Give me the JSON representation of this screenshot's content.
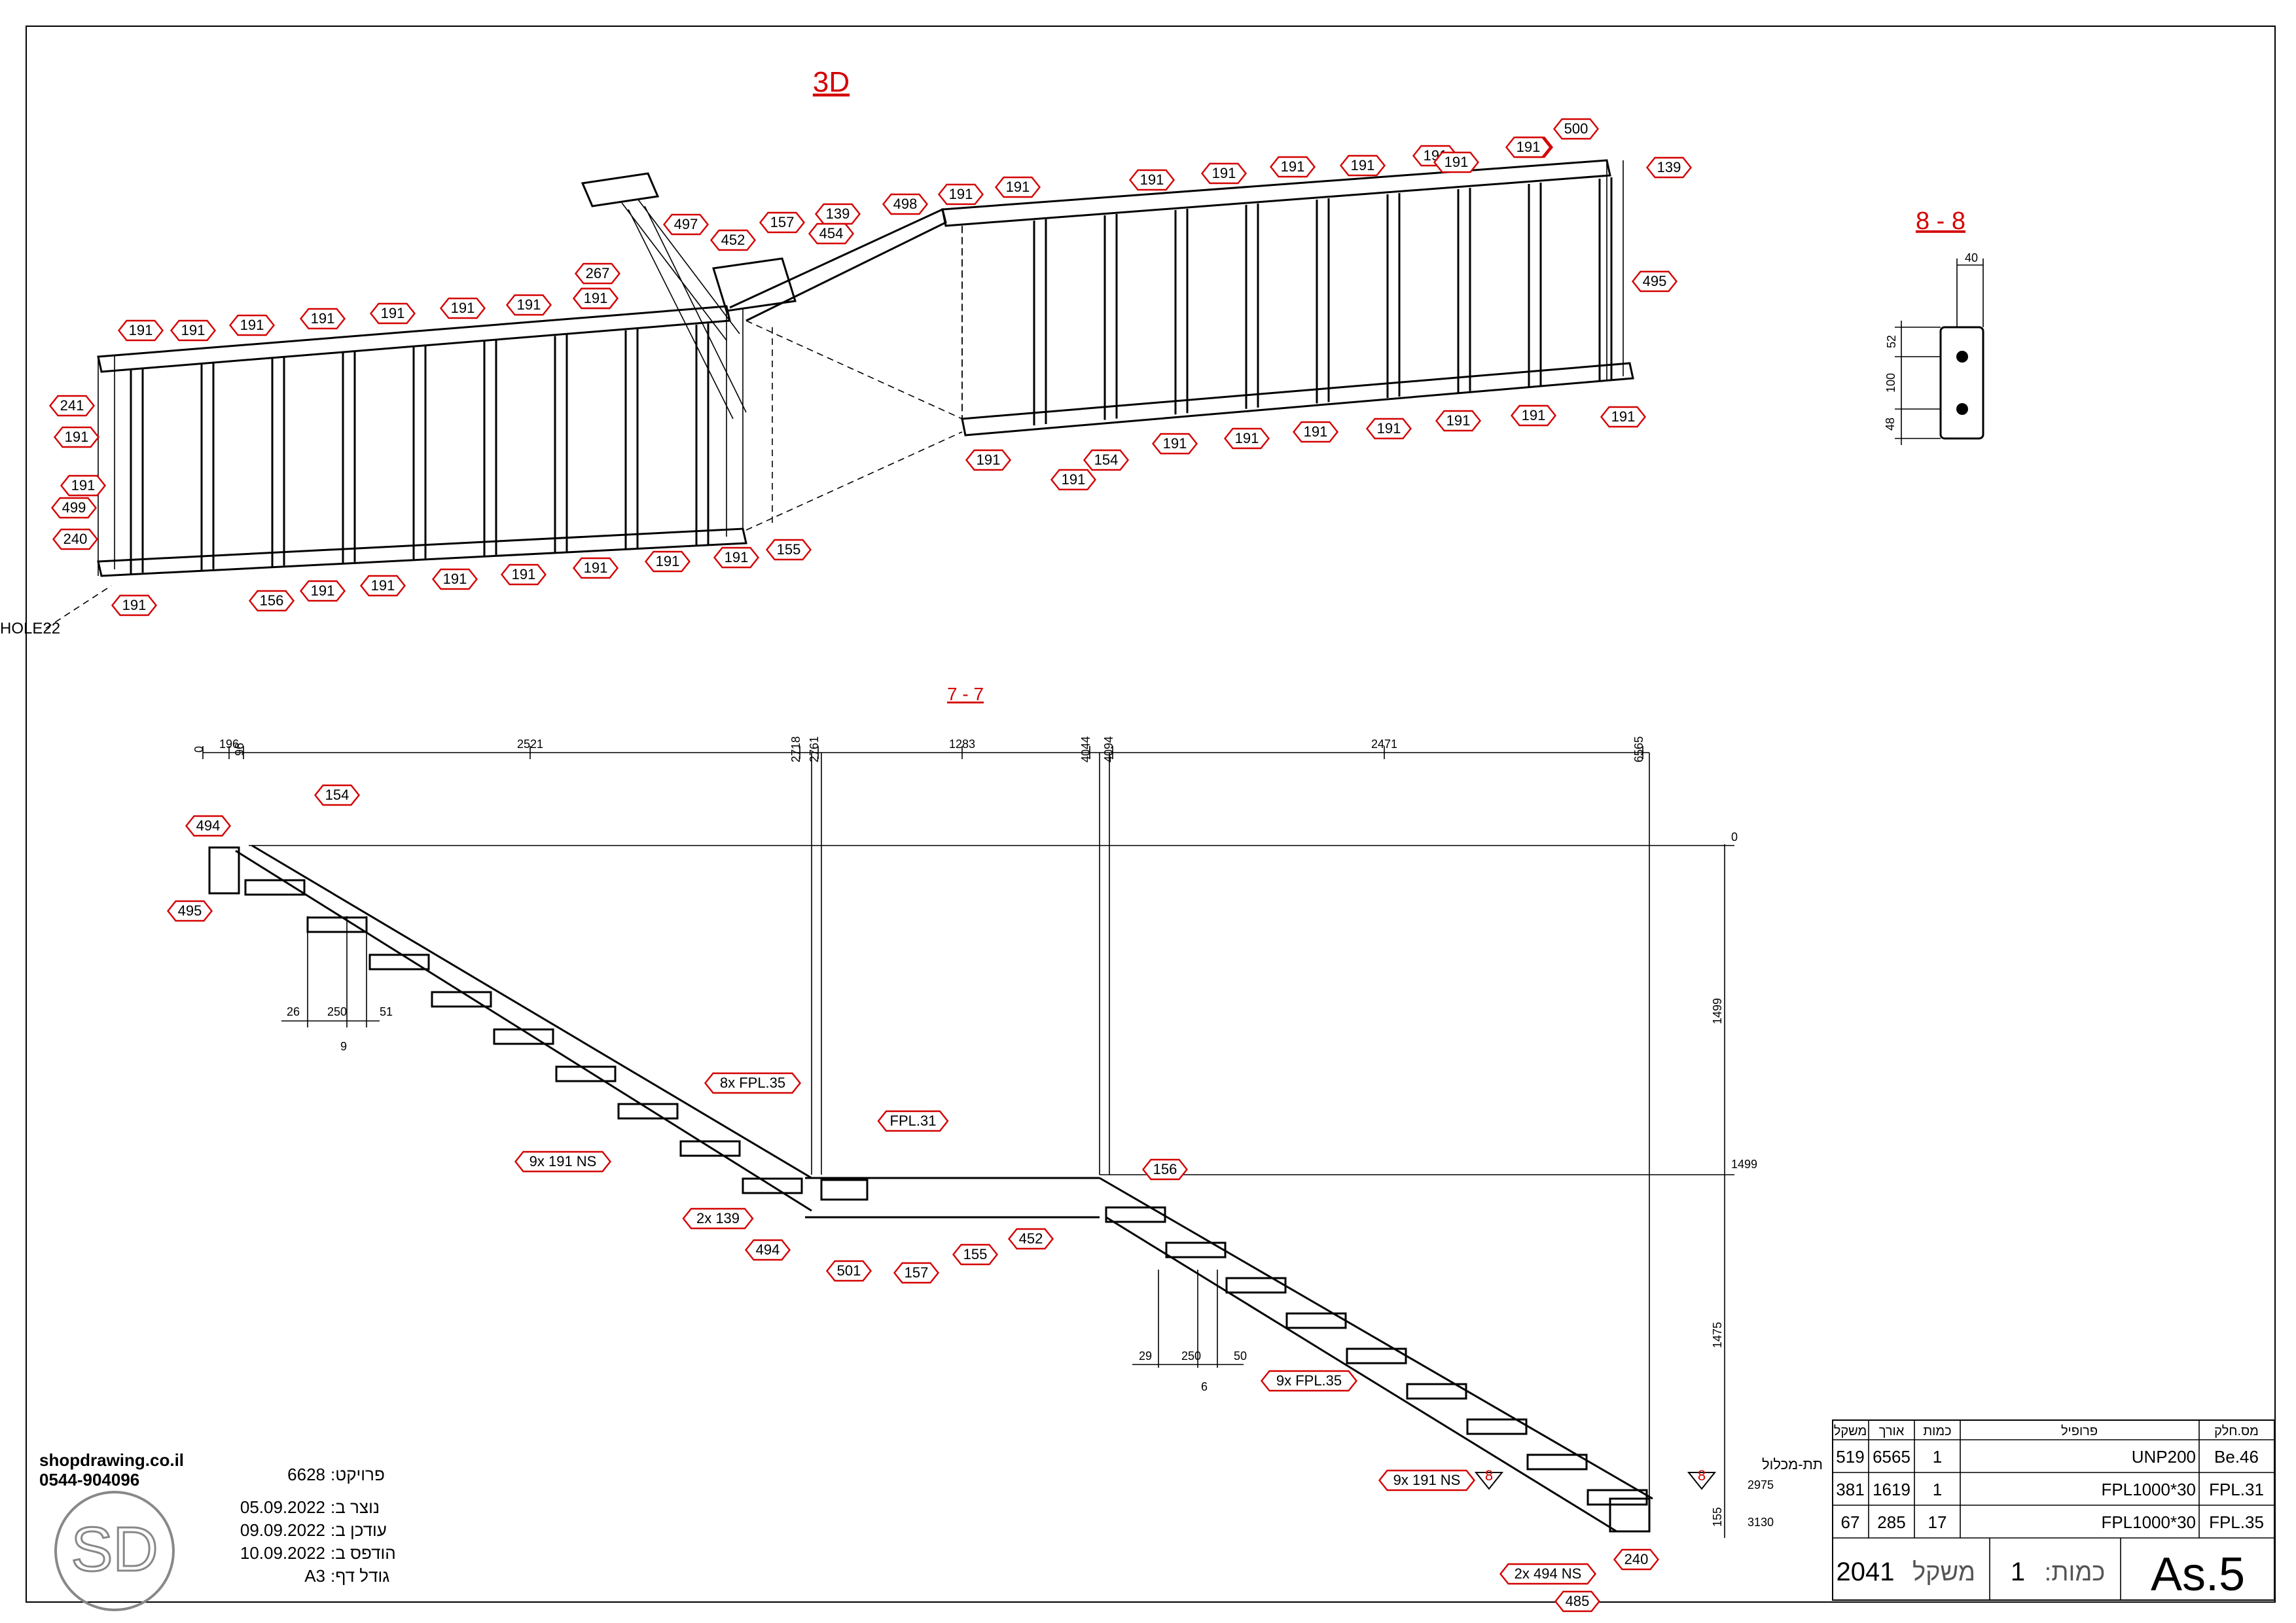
{
  "views": {
    "iso": {
      "title": "3D"
    },
    "section88": {
      "title": "8 - 8",
      "dims": [
        "40",
        "52",
        "100",
        "48"
      ]
    },
    "section77": {
      "title": "7 - 7"
    }
  },
  "iso_tags": {
    "top_left": [
      "191",
      "191",
      "191",
      "191",
      "191",
      "191",
      "191",
      "191",
      "191",
      "267",
      "497",
      "452",
      "157",
      "139",
      "454",
      "498",
      "191",
      "191",
      "191",
      "191",
      "191",
      "191",
      "191",
      "191",
      "191",
      "191",
      "500",
      "139",
      "495"
    ],
    "left_side": [
      "241",
      "191",
      "191",
      "499",
      "240"
    ],
    "bottom_row": [
      "191",
      "156",
      "191",
      "191",
      "191",
      "191",
      "191",
      "191",
      "191",
      "155",
      "191",
      "191",
      "154",
      "191",
      "191",
      "191",
      "191",
      "191",
      "191",
      "191"
    ],
    "hole_label": "HOLE22"
  },
  "section_dims": {
    "top": [
      "0",
      "196",
      "96",
      "2521",
      "2718",
      "2761",
      "1283",
      "4044",
      "4094",
      "2471",
      "6565"
    ],
    "right": [
      "0",
      "1499",
      "1499",
      "1475",
      "2975",
      "155",
      "3130"
    ],
    "tread1": [
      "26",
      "250",
      "51",
      "9"
    ],
    "tread2": [
      "29",
      "250",
      "50",
      "6"
    ]
  },
  "section_tags": [
    "494",
    "154",
    "495",
    "8x FPL.35",
    "FPL.31",
    "9x 191 NS",
    "2x 139",
    "494",
    "501",
    "157",
    "155",
    "452",
    "156",
    "9x FPL.35",
    "9x 191 NS",
    "2x 494 NS",
    "240",
    "485"
  ],
  "section_marks": [
    "8",
    "8"
  ],
  "titleblock": {
    "company_url": "shopdrawing.co.il",
    "company_phone": "0544-904096",
    "logo_text": "SD",
    "project_label": ":פרויקט",
    "project_value": "6628",
    "created_label": ":נוצר ב",
    "created_value": "05.09.2022",
    "updated_label": ":עודכן ב",
    "updated_value": "09.09.2022",
    "printed_label": ":הודפס ב",
    "printed_value": "10.09.2022",
    "size_label": ":גודל דף",
    "size_value": "A3",
    "sub_assembly_label": "תת-מכלול",
    "table": {
      "headers": [
        "משקל",
        "אורך",
        "כמות",
        "פרופיל",
        "מס.חלק"
      ],
      "rows": [
        [
          "519",
          "6565",
          "1",
          "UNP200",
          "Be.46"
        ],
        [
          "381",
          "1619",
          "1",
          "FPL1000*30",
          "FPL.31"
        ],
        [
          "67",
          "285",
          "17",
          "FPL1000*30",
          "FPL.35"
        ]
      ]
    },
    "total_weight_value": "2041",
    "total_weight_label": "משקל",
    "qty_label": ":כמות",
    "qty_value": "1",
    "part_id": "As.5"
  }
}
